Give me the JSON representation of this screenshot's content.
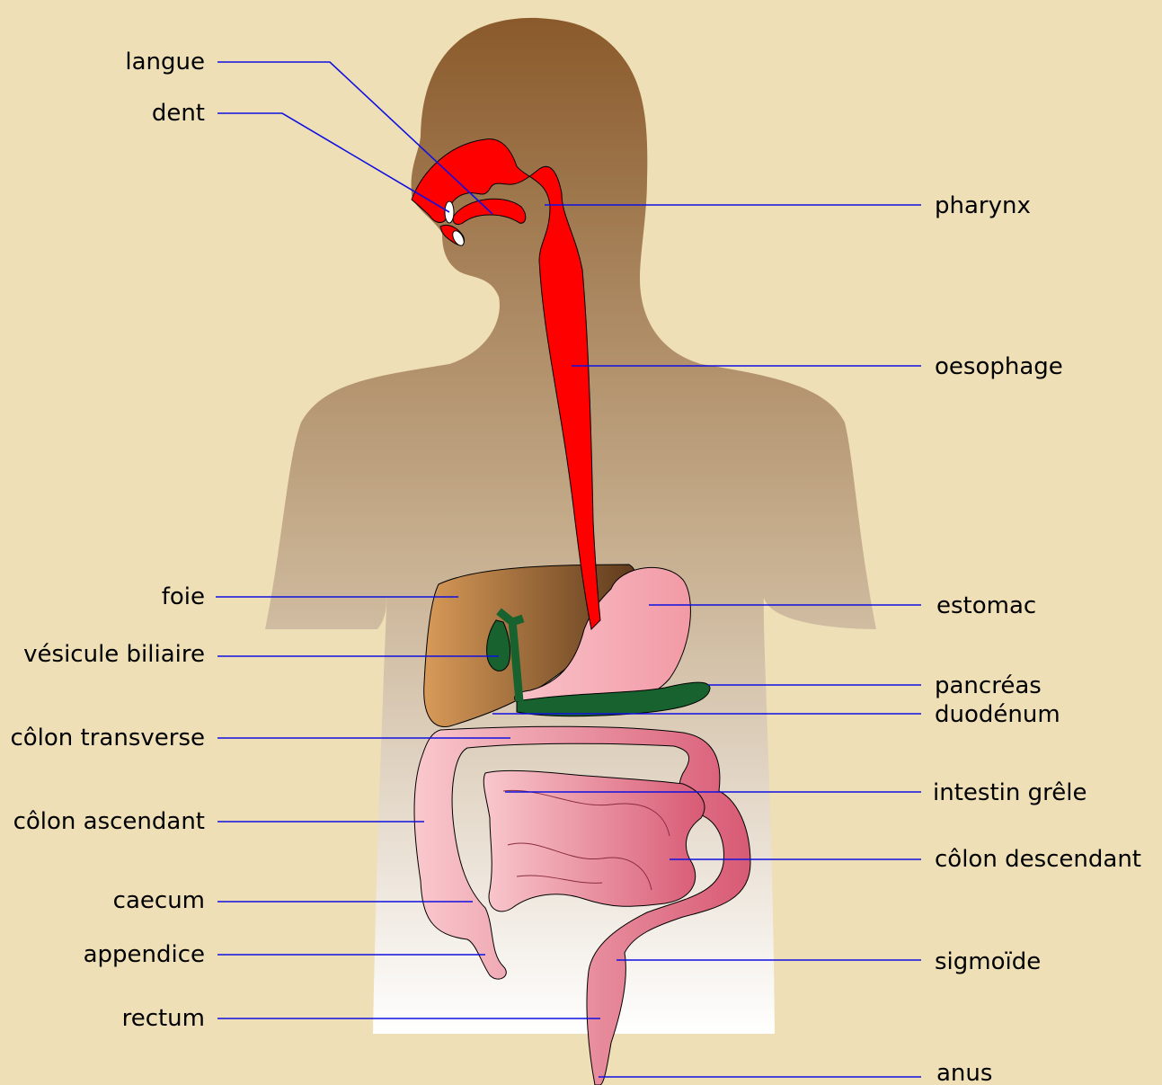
{
  "colors": {
    "background": "#efdfb6",
    "body_top": "#8a5a2b",
    "body_bottom": "#ffffff",
    "digestive_tract": "#ff0000",
    "liver": "#7a4a22",
    "gallbladder_pancreas": "#17622e",
    "stomach": "#f5a7b0",
    "intestine": "#e07a8e",
    "leader_line": "#1010e0"
  },
  "labels": {
    "langue": "langue",
    "dent": "dent",
    "pharynx": "pharynx",
    "oesophage": "oesophage",
    "foie": "foie",
    "estomac": "estomac",
    "vesicule": "vésicule biliaire",
    "pancreas": "pancréas",
    "duodenum": "duodénum",
    "colon_transverse": "côlon transverse",
    "intestin_grele": "intestin grêle",
    "colon_ascendant": "côlon ascendant",
    "colon_descendant": "côlon descendant",
    "caecum": "caecum",
    "sigmoide": "sigmoïde",
    "appendice": "appendice",
    "rectum": "rectum",
    "anus": "anus"
  }
}
